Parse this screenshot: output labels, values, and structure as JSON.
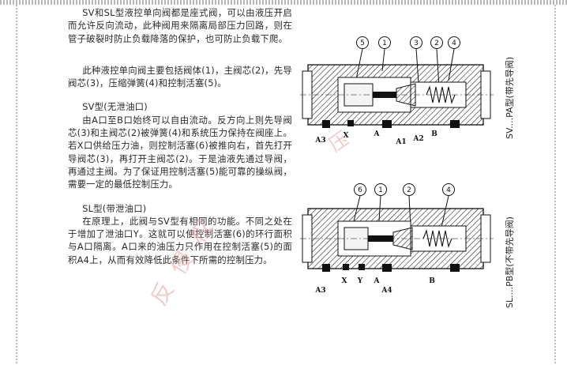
{
  "paragraphs": {
    "intro": "SV和SL型液控单向阀都是座式阀，可以由液压开启而允许反向流动，此种阀用来隔离局部压力回路，则在管子破裂时防止负载降落的保护，也可防止负载下爬。",
    "components": "此种液控单向阀主要包括阀体(1)，主阀芯(2)，先导阀芯(3)，压缩弹簧(4)和控制活塞(5)。",
    "sv_heading": "SV型(无泄油口)",
    "sv_body": "由A口至B口始终可以自由流动。反方向上则先导阀芯(3)和主阀芯(2)被弹簧(4)和系统压力保持在阀座上。若X口供给压力油，则控制活塞(6)被推向右，首先打开导阀芯(3)，再打开主阀芯(2)。于是油液先通过导阀，再通过主阀。为了保证用控制活塞(5)能可靠的操纵阀，需要一定的最低控制压力。",
    "sl_heading": "SL型(带泄油口)",
    "sl_body": "在原理上，此阀与SV型有相同的功能。不同之处在于增加了泄油口Y。这就可以使控制活塞(6)的环行面积与A口隔离。A口来的油压力只作用在控制活塞(5)的面积A4上，从而有效降低此条件下所需的控制压力。"
  },
  "figures": {
    "top": {
      "caption": "SV....PA型(带先导阀)",
      "callouts": [
        "5",
        "1",
        "3",
        "2",
        "4"
      ],
      "ports": [
        "A3",
        "X",
        "A",
        "A1",
        "A2",
        "B"
      ]
    },
    "bottom": {
      "caption": "SL....PB型(不带先导阀)",
      "callouts": [
        "6",
        "1",
        "2",
        "4"
      ],
      "ports": [
        "A3",
        "X",
        "Y",
        "A",
        "A4",
        "B"
      ]
    }
  },
  "watermark": {
    "primary": "反侵权",
    "secondary": "压"
  },
  "colors": {
    "text": "#2a2a2a",
    "line": "#111111",
    "watermark": "#e8a0a0"
  }
}
